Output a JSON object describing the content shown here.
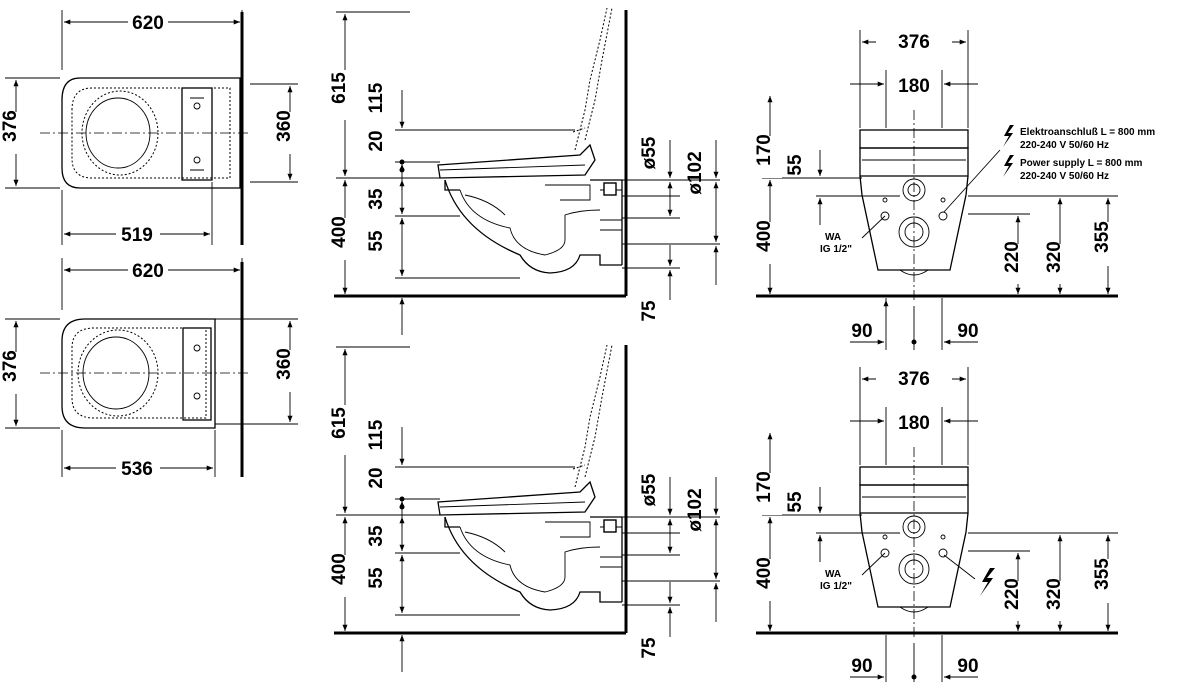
{
  "top_view_1": {
    "width": "620",
    "depth": "376",
    "fix_span": "360",
    "length": "519"
  },
  "top_view_2": {
    "width": "620",
    "depth": "376",
    "fix_span": "360",
    "length": "536"
  },
  "side_view": {
    "height_total": "615",
    "seat_gap": "115",
    "seat_thickness": "20",
    "inlet_offset": "35",
    "bowl_height": "400",
    "outlet_offset": "55",
    "floor_offset": "75",
    "inlet_dia": "ø55",
    "outlet_dia": "ø102"
  },
  "front_view": {
    "width": "376",
    "inner_width": "180",
    "top_offset": "170",
    "pipe_offset": "55",
    "height": "400",
    "wa_label": "WA",
    "wa_thread": "IG 1/2\"",
    "h220": "220",
    "h320": "320",
    "h355": "355",
    "left_90": "90",
    "right_90": "90"
  },
  "power_notes": {
    "de_line1": "Elektroanschluß L = 800 mm",
    "de_line2": "220-240 V  50/60 Hz",
    "en_line1": "Power supply L = 800 mm",
    "en_line2": "220-240 V  50/60 Hz"
  },
  "icons": {
    "lightning": "lightning-icon"
  }
}
